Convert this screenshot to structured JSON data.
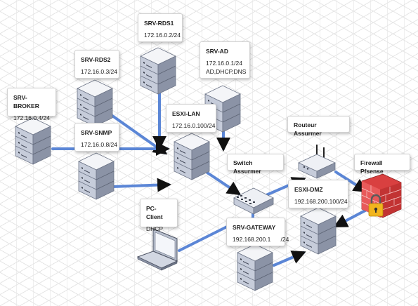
{
  "nodes": [
    {
      "id": "srv-rds1",
      "title": "SRV-RDS1",
      "lines": [
        "172.16.0.2/24"
      ]
    },
    {
      "id": "srv-rds2",
      "title": "SRV-RDS2",
      "lines": [
        "172.16.0.3/24"
      ]
    },
    {
      "id": "srv-ad",
      "title": "SRV-AD",
      "lines": [
        "172.16.0.1/24",
        "AD,DHCP,DNS"
      ]
    },
    {
      "id": "srv-broker",
      "title": "SRV-BROKER",
      "lines": [
        "172.16.0.4/24"
      ]
    },
    {
      "id": "srv-snmp",
      "title": "SRV-SNMP",
      "lines": [
        "172.16.0.8/24"
      ]
    },
    {
      "id": "esxi-lan",
      "title": "ESXI-LAN",
      "lines": [
        "172.16.0.100/24"
      ]
    },
    {
      "id": "routeur",
      "title": "Routeur Assurmer",
      "lines": []
    },
    {
      "id": "switch",
      "title": "Switch Assurmer",
      "lines": []
    },
    {
      "id": "firewall",
      "title": "Firewall Pfsense",
      "lines": []
    },
    {
      "id": "esxi-dmz",
      "title": "ESXI-DMZ",
      "lines": [
        "192.168.200.100/24"
      ]
    },
    {
      "id": "pc-client",
      "title": "PC-Client",
      "lines": [
        "DHCP"
      ]
    },
    {
      "id": "srv-gateway",
      "title": "SRV-GATEWAY",
      "lines": [
        "192.168.200.1      /24"
      ]
    }
  ],
  "colors": {
    "link": "#5b86d6",
    "server_top": "#eef0f5",
    "server_side": "#8e96a9",
    "server_front": "#c3c9d7",
    "firewall": "#d94040",
    "lock": "#f2b51e"
  },
  "icons": [
    "server-icon",
    "switch-icon",
    "router-icon",
    "firewall-icon",
    "laptop-icon"
  ]
}
